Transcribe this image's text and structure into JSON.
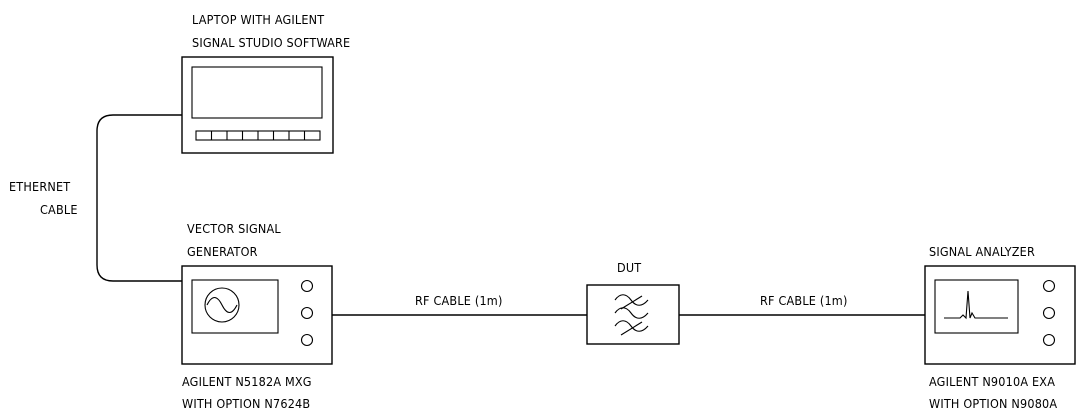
{
  "labels": {
    "laptop": [
      "LAPTOP WITH AGILENT",
      "SIGNAL STUDIO SOFTWARE"
    ],
    "ethernet": [
      "ETHERNET",
      "CABLE"
    ],
    "generator_title": [
      "VECTOR SIGNAL",
      "GENERATOR"
    ],
    "generator_model": [
      "AGILENT N5182A MXG",
      "WITH OPTION N7624B"
    ],
    "dut": "DUT",
    "rf_cable_left": "RF CABLE (1m)",
    "rf_cable_right": "RF CABLE (1m)",
    "analyzer_title": "SIGNAL ANALYZER",
    "analyzer_model": [
      "AGILENT N9010A EXA",
      "WITH OPTION N9080A"
    ]
  },
  "icons": {
    "laptop": "laptop-icon",
    "generator": "signal-generator-icon",
    "dut": "filter-icon",
    "analyzer": "spectrum-analyzer-icon"
  }
}
